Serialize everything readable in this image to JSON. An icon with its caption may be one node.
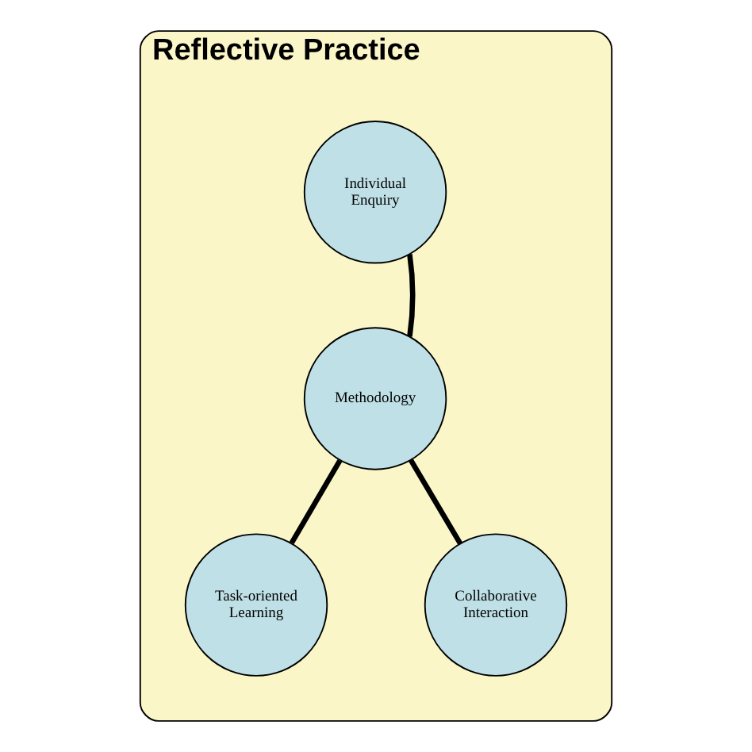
{
  "diagram": {
    "nodes": [
      {
        "text": [
          "Reflective Practice"
        ]
      },
      {
        "text": [
          "Individual Enquiry"
        ],
        "in": 0
      },
      {
        "text": [
          "Methodology"
        ],
        "in": 0
      },
      {
        "text": [
          "Task-oriented Learning"
        ],
        "in": 0
      },
      {
        "text": [
          "Collaborative Interaction"
        ],
        "in": 0
      }
    ],
    "edges": [
      {
        "from": 2,
        "to": 1,
        "arrow": "none"
      },
      {
        "from": 2,
        "to": 3,
        "arrow": "none"
      },
      {
        "from": 2,
        "to": 4,
        "arrow": "none"
      }
    ]
  }
}
